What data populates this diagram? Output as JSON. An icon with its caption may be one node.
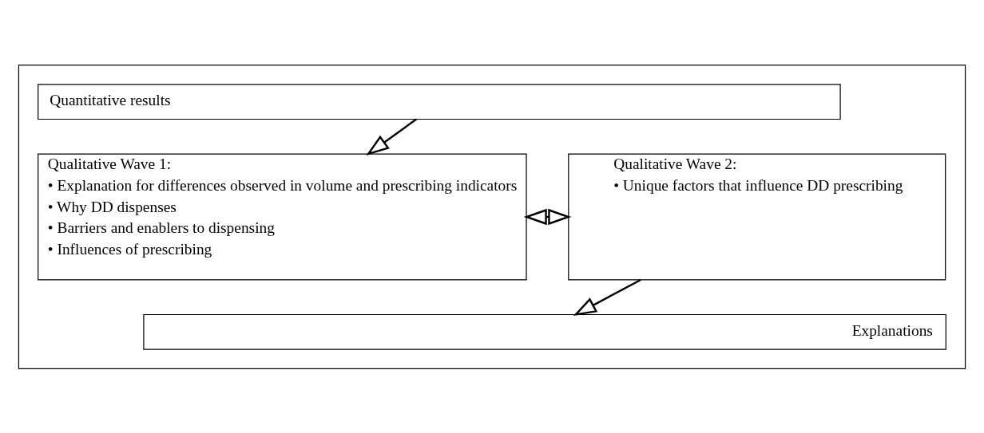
{
  "diagram": {
    "nodes": [
      {
        "text": [],
        "shape": "box"
      },
      {
        "text": [
          "Quantitative results"
        ],
        "in": 0
      },
      {
        "text": [
          "Qualitative Wave 1:",
          "• Explanation for differences observed in volume and prescribing indicators",
          "• Why DD dispenses",
          "• Barriers and enablers to dispensing",
          "• Influences of prescribing"
        ],
        "in": 0
      },
      {
        "text": [
          "Qualitative Wave 2:",
          "• Unique factors that influence DD prescribing"
        ],
        "in": 0
      },
      {
        "text": [
          "Explanations"
        ],
        "in": 0
      }
    ],
    "edges": [
      {
        "from": 1,
        "to": 2,
        "arrow": "to"
      },
      {
        "from": 2,
        "to": 3,
        "arrow": "both"
      },
      {
        "from": 3,
        "to": 4,
        "arrow": "to"
      }
    ]
  }
}
